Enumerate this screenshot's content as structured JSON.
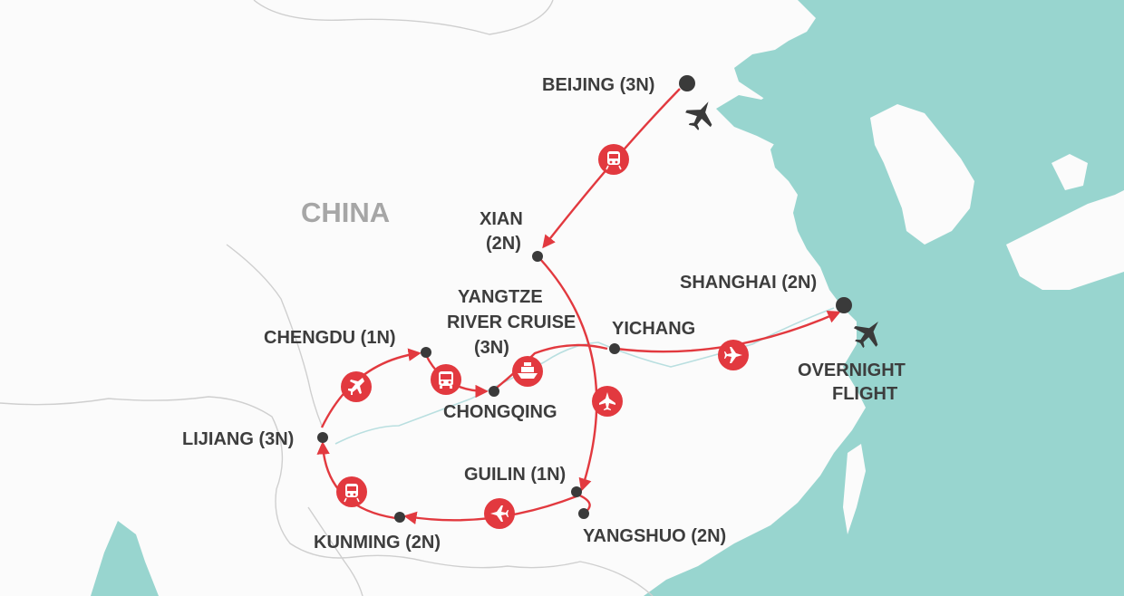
{
  "map": {
    "country_label": "CHINA",
    "colors": {
      "land": "#fbfbfb",
      "sea": "#98d5cf",
      "route": "#e2393f",
      "city_dot": "#3a3a3a",
      "border": "#cfcfcf",
      "label": "#3d3d3d",
      "country_label": "#a6a6a6"
    }
  },
  "stops": {
    "beijing": "BEIJING (3N)",
    "xian_line1": "XIAN",
    "xian_line2": "(2N)",
    "cruise_line1": "YANGTZE",
    "cruise_line2": "RIVER CRUISE",
    "cruise_line3": "(3N)",
    "yichang": "YICHANG",
    "shanghai": "SHANGHAI (2N)",
    "overnight_line1": "OVERNIGHT",
    "overnight_line2": "FLIGHT",
    "chengdu": "CHENGDU (1N)",
    "chongqing": "CHONGQING",
    "lijiang": "LIJIANG (3N)",
    "guilin": "GUILIN (1N)",
    "yangshuo": "YANGSHUO (2N)",
    "kunming": "KUNMING (2N)"
  },
  "transport_icons": [
    "train-icon",
    "plane-icon",
    "boat-icon",
    "plane-icon",
    "bus-icon",
    "plane-icon",
    "train-icon",
    "plane-icon",
    "plane-icon"
  ]
}
